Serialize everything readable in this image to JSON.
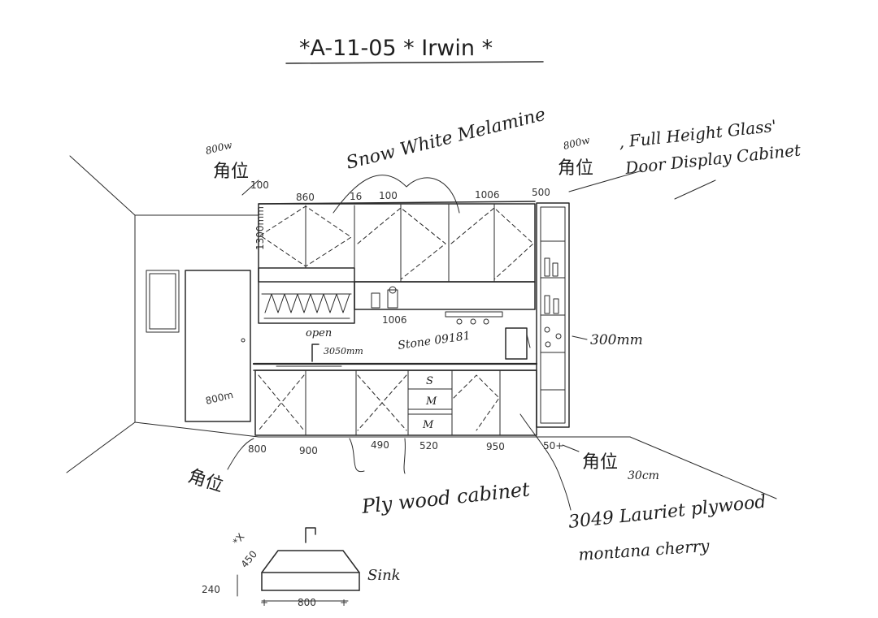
{
  "title": "*A-11-05 * Irwin *",
  "labels": {
    "upper_finish": "Snow White Melamine",
    "display_cabinet_l1": ", Full Height Glass'",
    "display_cabinet_l2": "Door Display Cabinet",
    "left_note_size": "800w",
    "left_note_cn": "角位",
    "right_note_size": "800w",
    "right_note_cn": "角位",
    "bottom_left_cn": "角位",
    "bottom_right_cn": "角位",
    "bottom_right_size": "30cm",
    "side_depth": "300mm",
    "stone": "Stone 09181",
    "counter_len": "3050mm",
    "open": "open",
    "shelf_len": "1006",
    "plywood": "Ply wood cabinet",
    "laminate_l1": "3049 Lauriet plywood",
    "laminate_l2": "montana cherry",
    "sink_label": "Sink",
    "height_label": "1300mm",
    "base_left": "800m",
    "sink_depth": "450",
    "sink_height": "240",
    "sink_width": "800",
    "sink_marks": "*X"
  },
  "dims_top": [
    "860",
    "16",
    "100",
    "1006",
    "500"
  ],
  "dims_top_left": "100",
  "dims_bottom": [
    "800",
    "900",
    "490",
    "520",
    "950",
    "50+"
  ],
  "drawer_letters": [
    "S",
    "M",
    "M"
  ]
}
